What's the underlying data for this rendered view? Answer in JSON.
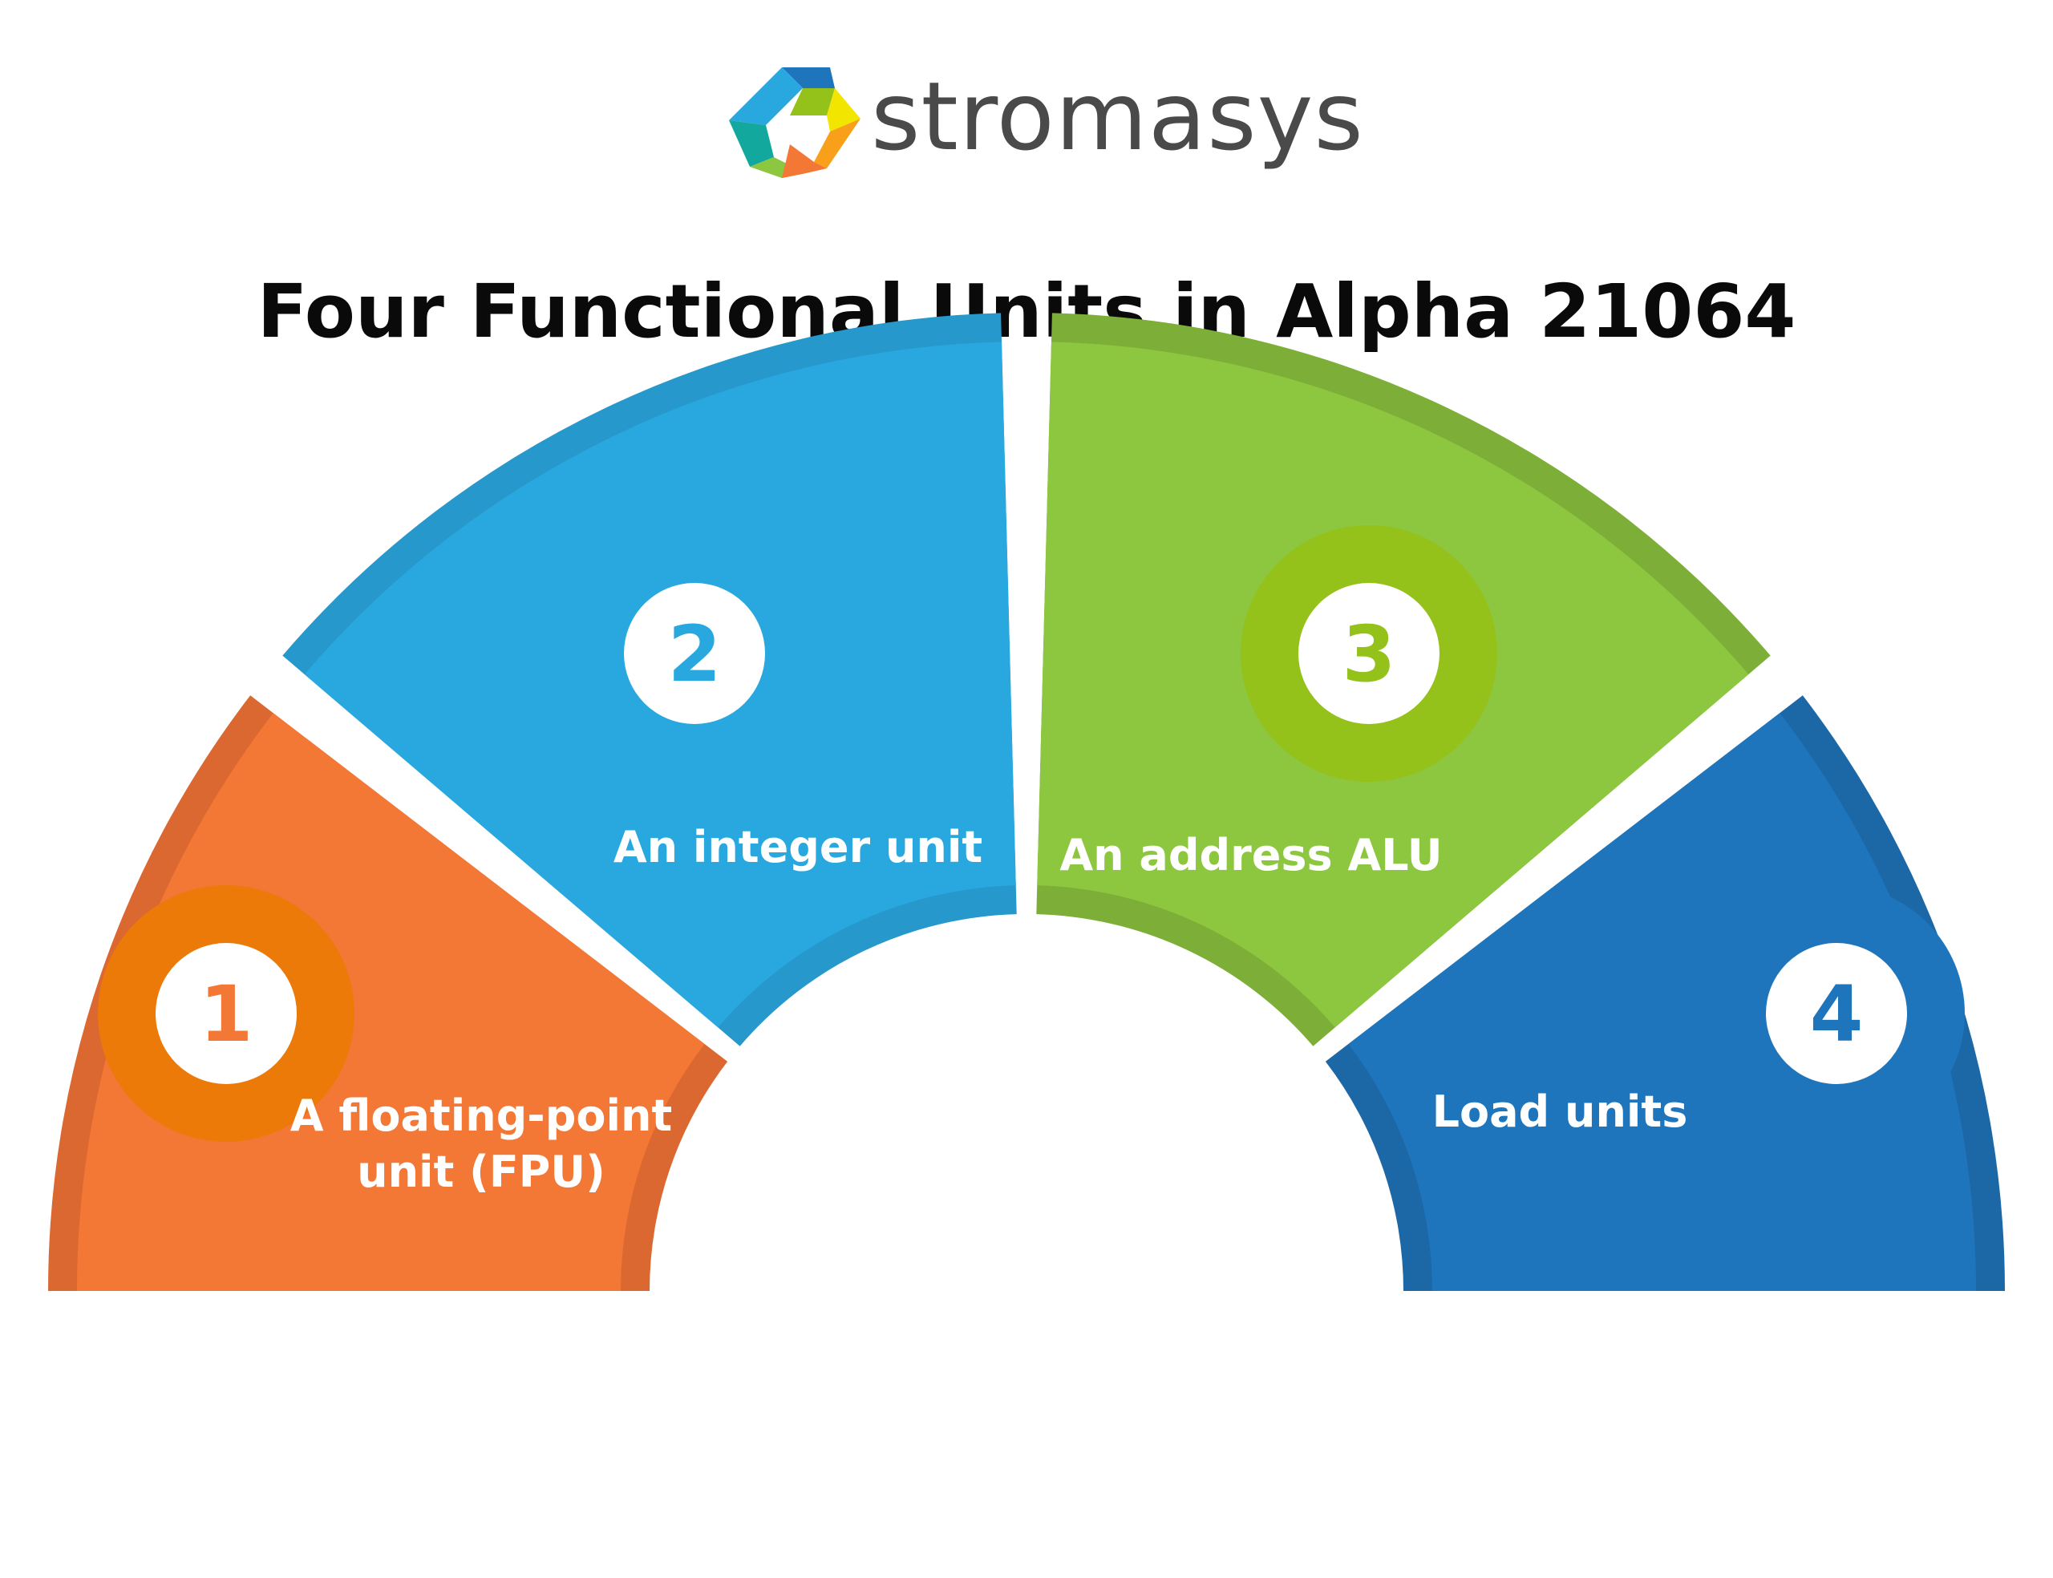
{
  "brand": {
    "name": "stromasys",
    "logo_icon": "stromasys-logo-icon"
  },
  "title": "Four Functional Units in Alpha 21064",
  "units": [
    {
      "number": "1",
      "label_lines": [
        "A floating-point",
        "unit (FPU)"
      ],
      "color": "#f37735",
      "edge_color": "#db6830",
      "circle_color": "#ec7a08"
    },
    {
      "number": "2",
      "label_lines": [
        "An integer unit"
      ],
      "color": "#29a8e0",
      "edge_color": "#2698cc",
      "circle_color": "#29a8e0"
    },
    {
      "number": "3",
      "label_lines": [
        "An address ALU"
      ],
      "color": "#8dc63f",
      "edge_color": "#7daf38",
      "circle_color": "#94c11a"
    },
    {
      "number": "4",
      "label_lines": [
        "Load units"
      ],
      "color": "#1f75bc",
      "edge_color": "#1c68a7",
      "circle_color": "#1f75bc"
    }
  ]
}
